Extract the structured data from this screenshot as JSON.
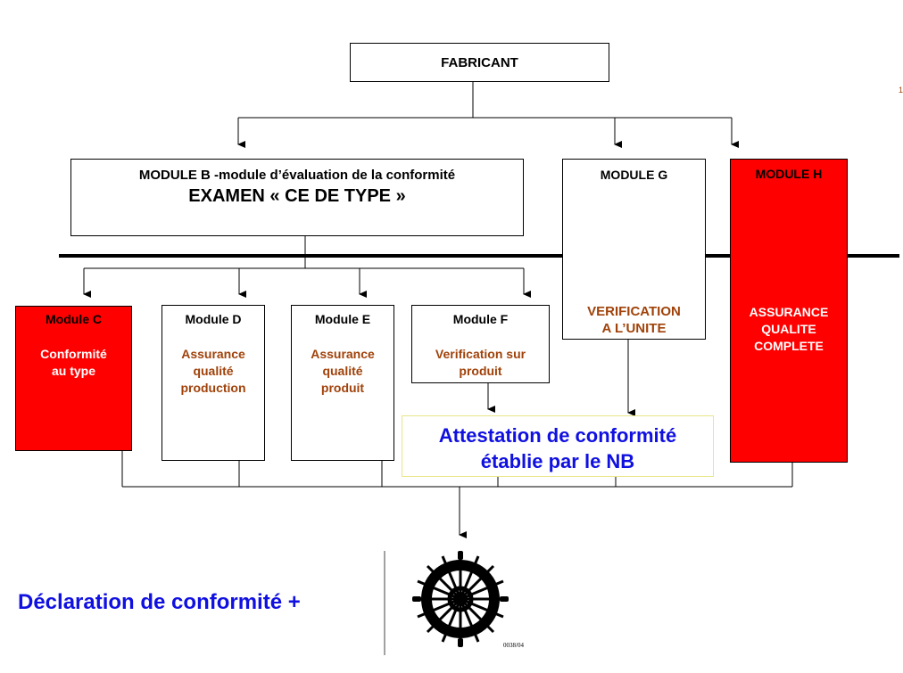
{
  "fabricant": {
    "label": "FABRICANT"
  },
  "module_b": {
    "line1": "MODULE B -module d’évaluation de la conformité",
    "line2": "EXAMEN « CE DE TYPE »"
  },
  "module_g": {
    "title": "MODULE G",
    "desc_line1": "VERIFICATION",
    "desc_line2": "A L’UNITE"
  },
  "module_h": {
    "title": "MODULE H",
    "desc_line1": "ASSURANCE",
    "desc_line2": "QUALITE",
    "desc_line3": "COMPLETE"
  },
  "module_c": {
    "title": "Module C",
    "desc_line1": "Conformité",
    "desc_line2": "au type"
  },
  "module_d": {
    "title": "Module D",
    "desc_line1": "Assurance",
    "desc_line2": "qualité",
    "desc_line3": "production"
  },
  "module_e": {
    "title": "Module E",
    "desc_line1": "Assurance",
    "desc_line2": "qualité",
    "desc_line3": "produit"
  },
  "module_f": {
    "title": "Module F",
    "desc_line1": "Verification sur",
    "desc_line2": "produit"
  },
  "attestation": {
    "line1": "Attestation de conformité",
    "line2": "établie par le NB"
  },
  "declaration": {
    "label": "Déclaration de conformité  +"
  },
  "ce_mark": {
    "code": "0038/04",
    "icon": "ship-wheel-icon"
  },
  "colors": {
    "red": "#ff0000",
    "blue": "#1010e0",
    "brown": "#a0420a",
    "attest_border": "#e9e58a"
  }
}
